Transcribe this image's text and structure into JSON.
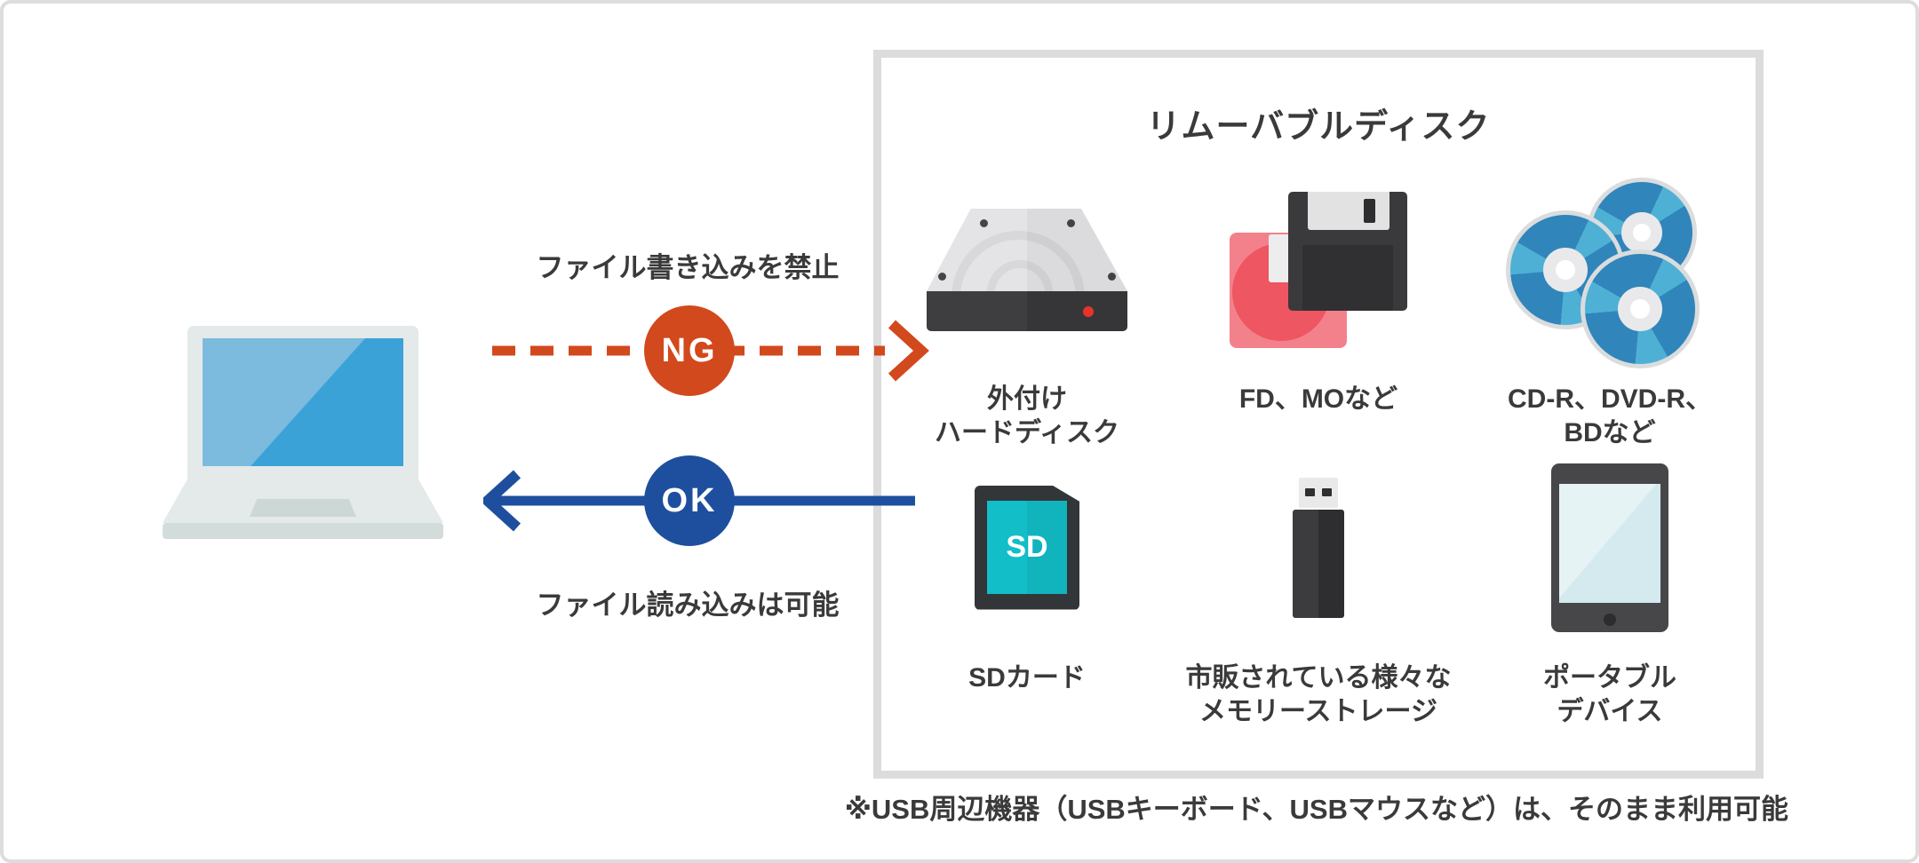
{
  "flows": {
    "write": {
      "label": "ファイル書き込みを禁止",
      "badge": "NG",
      "color": "#d2491d",
      "style": "dashed"
    },
    "read": {
      "label": "ファイル読み込みは可能",
      "badge": "OK",
      "color": "#1e4f9e",
      "style": "solid"
    }
  },
  "panel": {
    "title": "リムーバブルディスク",
    "border_color": "#dcdcdc",
    "items": [
      {
        "id": "external-hdd",
        "icon": "hard-disk-icon",
        "line1": "外付け",
        "line2": "ハードディスク"
      },
      {
        "id": "fd-mo",
        "icon": "floppy-disk-mo-icon",
        "line1": "FD、MOなど",
        "line2": ""
      },
      {
        "id": "optical-discs",
        "icon": "optical-disc-stack-icon",
        "line1": "CD-R、DVD-R、",
        "line2": "BDなど"
      },
      {
        "id": "sd-card",
        "icon": "sd-card-icon",
        "badge": "SD",
        "line1": "SDカード",
        "line2": ""
      },
      {
        "id": "usb-memory",
        "icon": "usb-memory-icon",
        "line1": "市販されている様々な",
        "line2": "メモリーストレージ"
      },
      {
        "id": "portable-device",
        "icon": "tablet-icon",
        "line1": "ポータブル",
        "line2": "デバイス"
      }
    ]
  },
  "footnote": "※USB周辺機器（USBキーボード、USBマウスなど）は、そのまま利用可能",
  "colors": {
    "text": "#3a3a3a",
    "outer_border": "#dddddd",
    "panel_border": "#dcdcdc",
    "ng_orange": "#d2491d",
    "ok_blue": "#1e4f9e",
    "laptop_screen_light": "#7cbade",
    "laptop_screen_dark": "#3ba2d8",
    "disc_blue": "#3085bb",
    "disc_blue_light": "#4fb0d6",
    "sd_teal": "#12bec8",
    "mo_pink": "#f3818b"
  }
}
